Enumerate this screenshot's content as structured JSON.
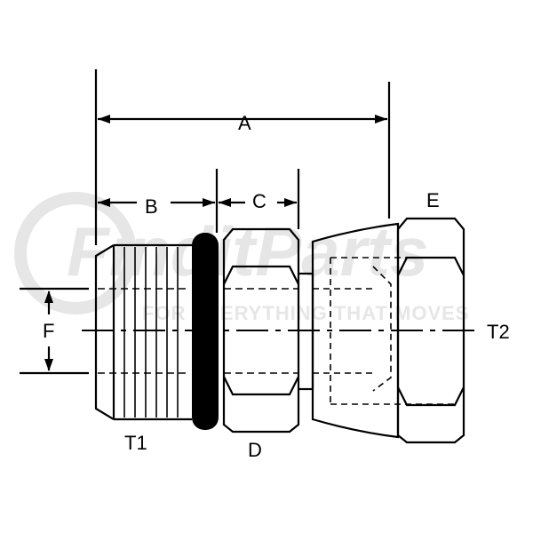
{
  "labels": {
    "A": "A",
    "B": "B",
    "C": "C",
    "D": "D",
    "E": "E",
    "F": "F",
    "T1": "T1",
    "T2": "T2"
  },
  "watermark": {
    "brand": "FinditParts",
    "tagline": "FOR EVERYTHING THAT MOVES",
    "color": "#e8e8e8"
  },
  "colors": {
    "ink": "#000000",
    "background": "#ffffff"
  }
}
